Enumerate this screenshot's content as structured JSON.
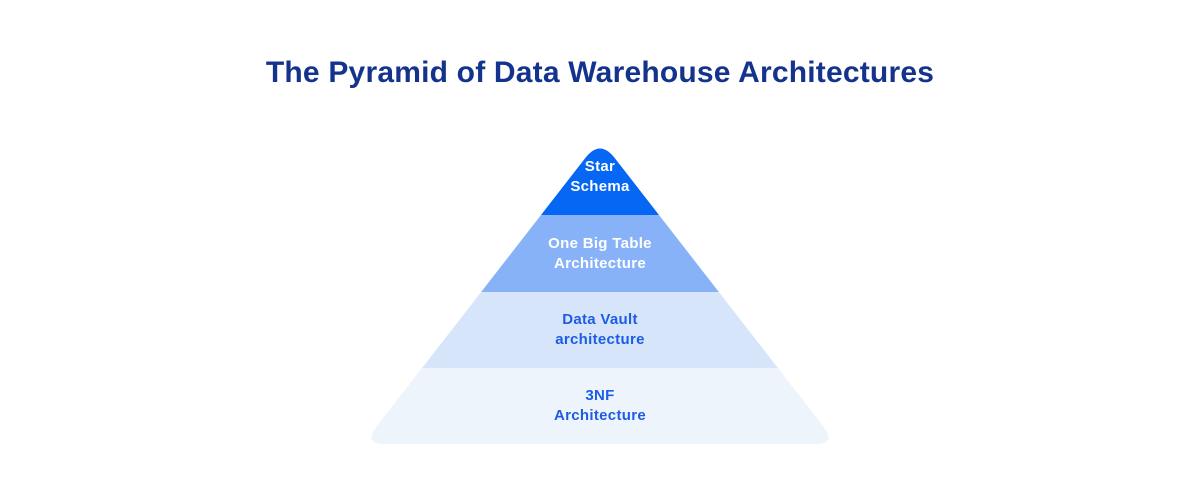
{
  "title": "The Pyramid of Data Warehouse Architectures",
  "colors": {
    "background": "#ffffff",
    "title_text": "#14338c",
    "light_label_text": "#ffffff",
    "dark_label_text": "#1d5ce5"
  },
  "pyramid": {
    "levels": [
      {
        "label": "Star\nSchema",
        "fill": "#0667f5",
        "text_color": "#ffffff"
      },
      {
        "label": "One Big Table\nArchitecture",
        "fill": "#88b2f8",
        "text_color": "#ffffff"
      },
      {
        "label": "Data Vault\narchitecture",
        "fill": "#d7e5fa",
        "text_color": "#1d5ce5"
      },
      {
        "label": "3NF\nArchitecture",
        "fill": "#eef4fc",
        "text_color": "#1d5ce5"
      }
    ]
  }
}
